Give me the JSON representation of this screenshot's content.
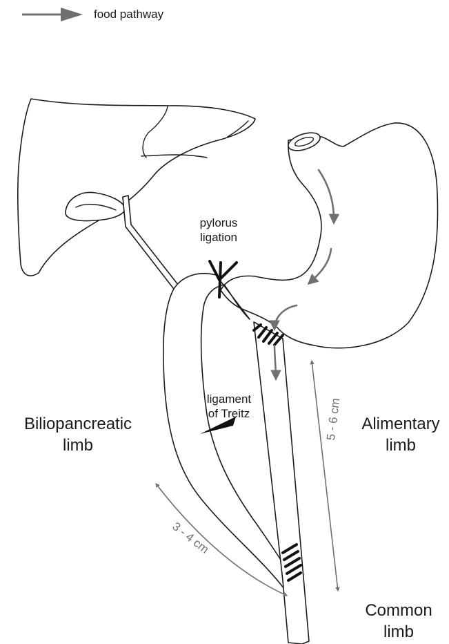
{
  "legend": {
    "label": "food pathway",
    "arrow_color": "#707070"
  },
  "labels": {
    "pylorus": [
      "pylorus",
      "ligation"
    ],
    "ligament": [
      "ligament",
      "of Treitz"
    ],
    "biliopancreatic": [
      "Biliopancreatic",
      "limb"
    ],
    "alimentary": [
      "Alimentary",
      "limb"
    ],
    "common": [
      "Common",
      "limb"
    ]
  },
  "measurements": {
    "alimentary_anastomosis_distance": "5 - 6 cm",
    "common_limb_distance": "3 - 4 cm"
  },
  "colors": {
    "outline": "#1a1a1a",
    "arrow": "#707070",
    "background": "#ffffff"
  }
}
